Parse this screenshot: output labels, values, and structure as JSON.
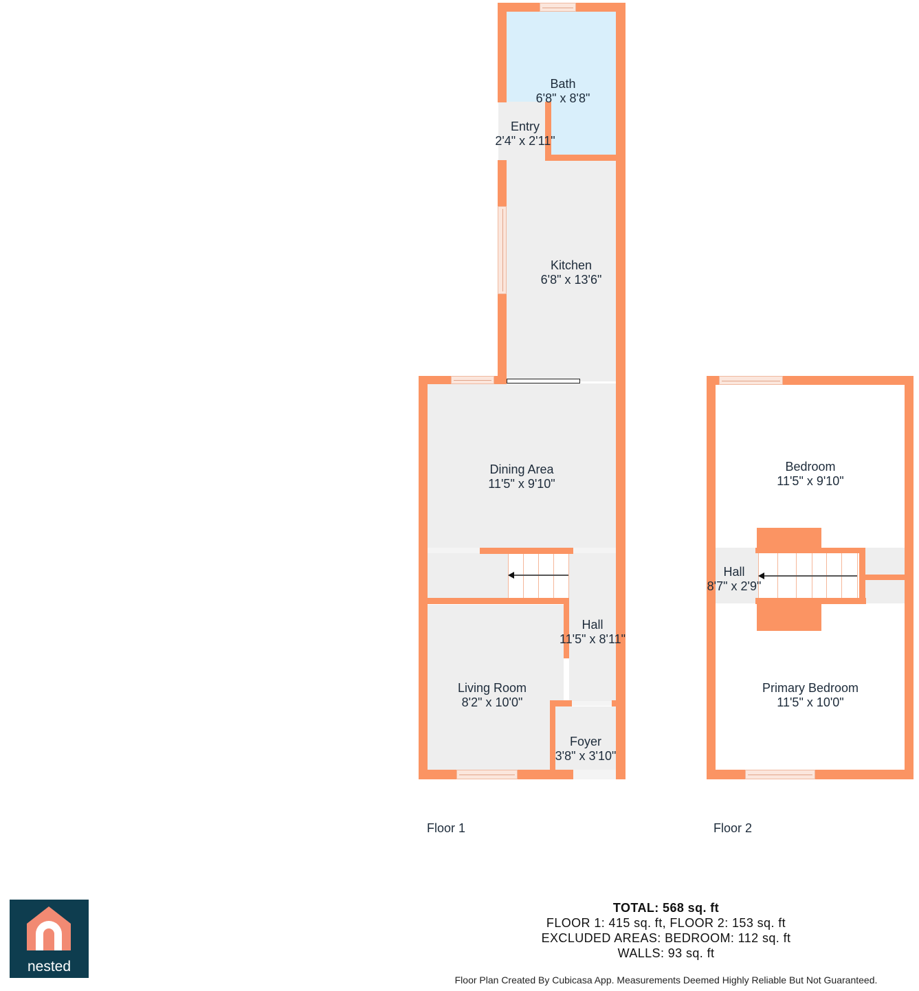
{
  "colors": {
    "wall": "#fb9463",
    "floor": "#eeeeee",
    "bath": "#d9effb",
    "logo_bg": "#0e3d4f",
    "logo_house": "#f28a73"
  },
  "floors": [
    {
      "label": "Floor 1",
      "rooms": [
        {
          "name": "Bath",
          "dims": "6'8\" x 8'8\""
        },
        {
          "name": "Entry",
          "dims": "2'4\" x 2'11\""
        },
        {
          "name": "Kitchen",
          "dims": "6'8\" x 13'6\""
        },
        {
          "name": "Dining Area",
          "dims": "11'5\" x 9'10\""
        },
        {
          "name": "Hall",
          "dims": "11'5\" x 8'11\""
        },
        {
          "name": "Living Room",
          "dims": "8'2\" x 10'0\""
        },
        {
          "name": "Foyer",
          "dims": "3'8\" x 3'10\""
        }
      ]
    },
    {
      "label": "Floor 2",
      "rooms": [
        {
          "name": "Bedroom",
          "dims": "11'5\" x 9'10\""
        },
        {
          "name": "Hall",
          "dims": "8'7\" x 2'9\""
        },
        {
          "name": "Primary Bedroom",
          "dims": "11'5\" x 10'0\""
        }
      ]
    }
  ],
  "summary": {
    "total": "TOTAL: 568 sq. ft",
    "floors": "FLOOR 1: 415 sq. ft, FLOOR 2: 153 sq. ft",
    "excluded": "EXCLUDED AREAS: BEDROOM: 112 sq. ft",
    "walls": "WALLS: 93 sq. ft"
  },
  "disclaimer": "Floor Plan Created By Cubicasa App. Measurements Deemed Highly Reliable But Not Guaranteed.",
  "logo": {
    "text": "nested",
    "icon": "house-icon"
  }
}
